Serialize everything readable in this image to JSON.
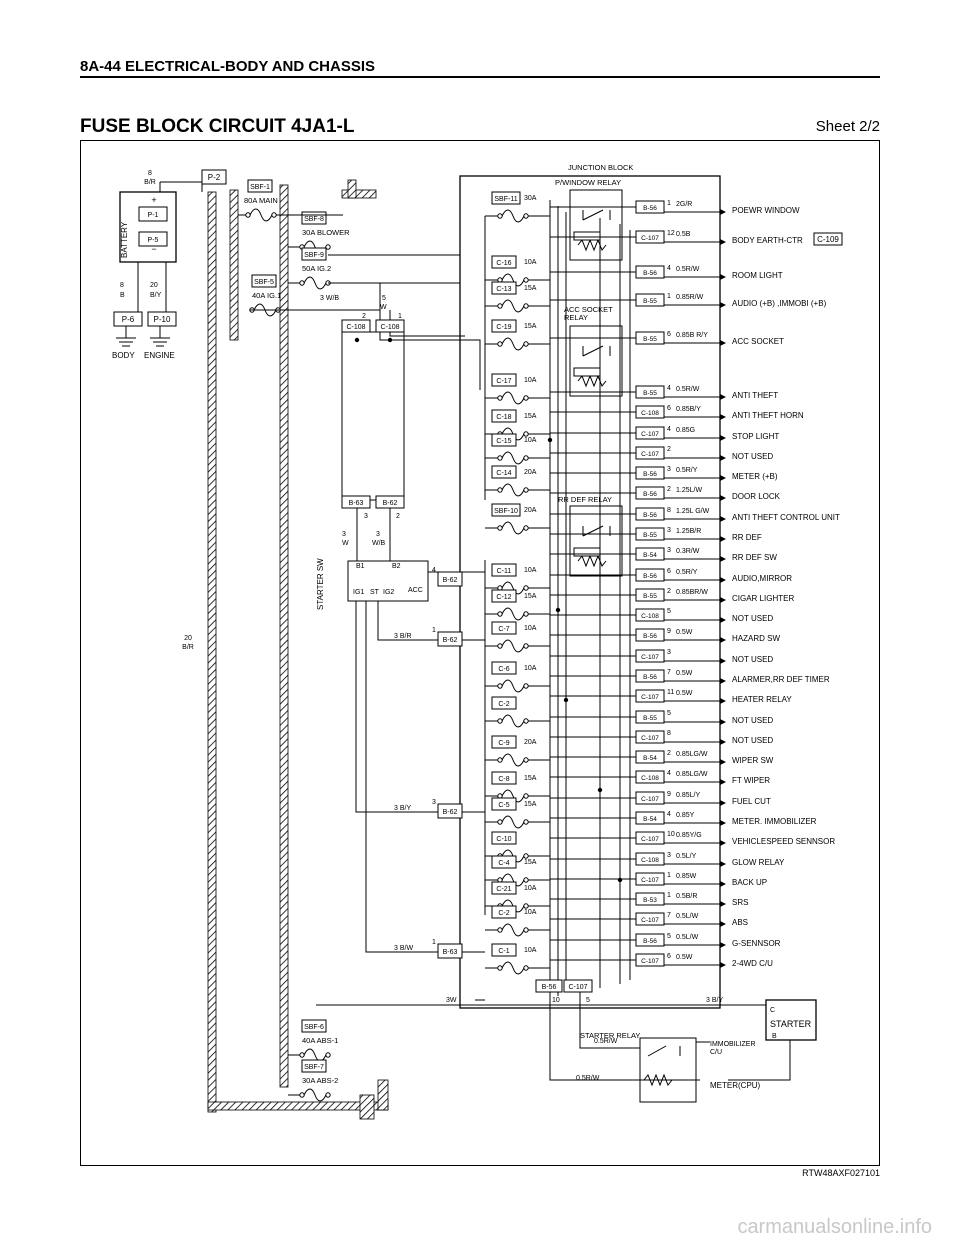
{
  "header": {
    "section": "8A-44  ELECTRICAL-BODY AND CHASSIS",
    "title": "FUSE BLOCK CIRCUIT 4JA1-L",
    "sheet": "Sheet 2/2"
  },
  "footer": {
    "ref": "RTW48AXF027101",
    "watermark": "carmanualsonline.info"
  },
  "battery": {
    "label": "BATTERY",
    "plus": "+",
    "minus": "−",
    "conns": [
      "P-1",
      "P-5",
      "P-6",
      "P-10",
      "P-2"
    ],
    "wire_top": [
      "8",
      "B/R"
    ],
    "wire_left": [
      "8",
      "B"
    ],
    "wire_right": [
      "20",
      "B/Y"
    ],
    "grounds": [
      "BODY",
      "ENGINE"
    ],
    "side_wire": [
      "20",
      "B/R"
    ]
  },
  "sbf": [
    {
      "id": "SBF-1",
      "rating": "80A MAIN"
    },
    {
      "id": "SBF-8",
      "rating": "30A BLOWER"
    },
    {
      "id": "SBF-9",
      "rating": "50A  IG.2"
    },
    {
      "id": "SBF-5",
      "rating": "40A IG.1"
    },
    {
      "id": "SBF-6",
      "rating": "40A ABS-1"
    },
    {
      "id": "SBF-7",
      "rating": "30A ABS-2"
    }
  ],
  "junction": {
    "title": "JUNCTION BLOCK",
    "relays": [
      "P/WINDOW RELAY",
      "ACC SOCKET",
      "RELAY",
      "RR DEF RELAY"
    ],
    "fuses": [
      {
        "id": "SBF-11",
        "amp": "30A"
      },
      {
        "id": "C-16",
        "amp": "10A"
      },
      {
        "id": "C-13",
        "amp": "15A"
      },
      {
        "id": "C-19",
        "amp": "15A"
      },
      {
        "id": "C-17",
        "amp": "10A"
      },
      {
        "id": "C-18",
        "amp": "15A"
      },
      {
        "id": "C-15",
        "amp": "10A"
      },
      {
        "id": "C-14",
        "amp": "20A"
      },
      {
        "id": "SBF-10",
        "amp": "20A"
      },
      {
        "id": "C-11",
        "amp": "10A"
      },
      {
        "id": "C-12",
        "amp": "15A"
      },
      {
        "id": "C-7",
        "amp": "10A"
      },
      {
        "id": "C-6",
        "amp": "10A"
      },
      {
        "id": "C-2",
        "amp": ""
      },
      {
        "id": "C-9",
        "amp": "20A"
      },
      {
        "id": "C-8",
        "amp": "15A"
      },
      {
        "id": "C-5",
        "amp": "15A"
      },
      {
        "id": "C-10",
        "amp": ""
      },
      {
        "id": "C-4",
        "amp": "15A"
      },
      {
        "id": "C-21",
        "amp": "10A"
      },
      {
        "id": "C-2",
        "amp": "10A"
      },
      {
        "id": "C-1",
        "amp": "10A"
      }
    ],
    "bottom_conns": [
      {
        "id": "B-56",
        "pin": "10"
      },
      {
        "id": "C-107",
        "pin": "5"
      }
    ]
  },
  "circuits": [
    {
      "conn": "B-56",
      "pin": "1",
      "wire": "2G/R",
      "load": "POEWR WINDOW"
    },
    {
      "conn": "C-107",
      "pin": "12",
      "wire": "0.5B",
      "load": "BODY EARTH-CTR",
      "tag": "C-109"
    },
    {
      "conn": "B-56",
      "pin": "4",
      "wire": "0.5R/W",
      "load": "ROOM LIGHT"
    },
    {
      "conn": "B-55",
      "pin": "1",
      "wire": "0.85R/W",
      "load": "AUDIO (+B) ,IMMOBI (+B)"
    },
    {
      "conn": "B-55",
      "pin": "6",
      "wire": "0.85B R/Y",
      "load": "ACC SOCKET"
    },
    {
      "conn": "B-55",
      "pin": "4",
      "wire": "0.5R/W",
      "load": "ANTI THEFT"
    },
    {
      "conn": "C-108",
      "pin": "6",
      "wire": "0.85B/Y",
      "load": "ANTI THEFT HORN"
    },
    {
      "conn": "C-107",
      "pin": "4",
      "wire": "0.85G",
      "load": "STOP LIGHT"
    },
    {
      "conn": "C-107",
      "pin": "2",
      "wire": "",
      "load": "NOT USED"
    },
    {
      "conn": "B-56",
      "pin": "3",
      "wire": "0.5R/Y",
      "load": "METER (+B)"
    },
    {
      "conn": "B-56",
      "pin": "2",
      "wire": "1.25L/W",
      "load": "DOOR LOCK"
    },
    {
      "conn": "B-56",
      "pin": "8",
      "wire": "1.25L G/W",
      "load": "ANTI THEFT CONTROL UNIT"
    },
    {
      "conn": "B-55",
      "pin": "3",
      "wire": "1.25B/R",
      "load": "RR DEF"
    },
    {
      "conn": "B-54",
      "pin": "3",
      "wire": "0.3R/W",
      "load": "RR DEF SW"
    },
    {
      "conn": "B-56",
      "pin": "6",
      "wire": "0.5R/Y",
      "load": "AUDIO,MIRROR"
    },
    {
      "conn": "B-55",
      "pin": "2",
      "wire": "0.85BR/W",
      "load": "CIGAR LIGHTER"
    },
    {
      "conn": "C-108",
      "pin": "5",
      "wire": "",
      "load": "NOT USED"
    },
    {
      "conn": "B-56",
      "pin": "9",
      "wire": "0.5W",
      "load": "HAZARD SW"
    },
    {
      "conn": "C-107",
      "pin": "3",
      "wire": "",
      "load": "NOT USED"
    },
    {
      "conn": "B-56",
      "pin": "7",
      "wire": "0.5W",
      "load": "ALARMER,RR DEF TIMER"
    },
    {
      "conn": "C-107",
      "pin": "11",
      "wire": "0.5W",
      "load": "HEATER RELAY"
    },
    {
      "conn": "B-55",
      "pin": "5",
      "wire": "",
      "load": "NOT USED"
    },
    {
      "conn": "C-107",
      "pin": "8",
      "wire": "",
      "load": "NOT USED"
    },
    {
      "conn": "B-54",
      "pin": "2",
      "wire": "0.85LG/W",
      "load": "WIPER SW"
    },
    {
      "conn": "C-108",
      "pin": "4",
      "wire": "0.85LG/W",
      "load": "FT WIPER"
    },
    {
      "conn": "C-107",
      "pin": "9",
      "wire": "0.85L/Y",
      "load": "FUEL CUT"
    },
    {
      "conn": "B-54",
      "pin": "4",
      "wire": "0.85Y",
      "load": "METER. IMMOBILIZER"
    },
    {
      "conn": "C-107",
      "pin": "10",
      "wire": "0.85Y/G",
      "load": "VEHICLESPEED SENNSOR"
    },
    {
      "conn": "C-108",
      "pin": "3",
      "wire": "0.5L/Y",
      "load": "GLOW RELAY"
    },
    {
      "conn": "C-107",
      "pin": "1",
      "wire": "0.85W",
      "load": "BACK UP"
    },
    {
      "conn": "B-53",
      "pin": "1",
      "wire": "0.5B/R",
      "load": "SRS"
    },
    {
      "conn": "C-107",
      "pin": "7",
      "wire": "0.5L/W",
      "load": "ABS"
    },
    {
      "conn": "B-56",
      "pin": "5",
      "wire": "0.5L/W",
      "load": "G-SENNSOR"
    },
    {
      "conn": "C-107",
      "pin": "6",
      "wire": "0.5W",
      "load": "2-4WD C/U"
    }
  ],
  "starter_sw": {
    "label": "STARTER SW",
    "contacts": [
      "B1",
      "B2",
      "IG1",
      "ST",
      "IG2",
      "ACC"
    ],
    "top_conns": [
      {
        "id": "B-63",
        "pin": "3"
      },
      {
        "id": "B-62",
        "pin": "2"
      }
    ],
    "top_wires": [
      [
        "3",
        "W"
      ],
      [
        "3",
        "W/B"
      ]
    ],
    "side_conns": [
      {
        "id": "B-62",
        "pin": "4",
        "wire": ""
      },
      {
        "id": "B-62",
        "pin": "1",
        "wire": "3 B/R"
      },
      {
        "id": "B-62",
        "pin": "3",
        "wire": "3 B/Y"
      },
      {
        "id": "B-63",
        "pin": "1",
        "wire": "3 B/W"
      }
    ]
  },
  "top_feed": {
    "wire1": "3 W/B",
    "wire2": [
      "5",
      "W"
    ],
    "pins": [
      "2",
      "1"
    ],
    "conns": [
      "C-108",
      "C-108"
    ]
  },
  "starter": {
    "relay": "STARTER RELAY",
    "motor": "STARTER",
    "term_c": "C",
    "term_b": "B",
    "wire_main": "3W",
    "wire_out": "3 B/Y",
    "wire_a": "0.5R/W",
    "wire_b": "0.5R/W",
    "immobilizer": "IMMOBILIZER",
    "cu": "C/U",
    "meter": "METER(CPU)"
  }
}
